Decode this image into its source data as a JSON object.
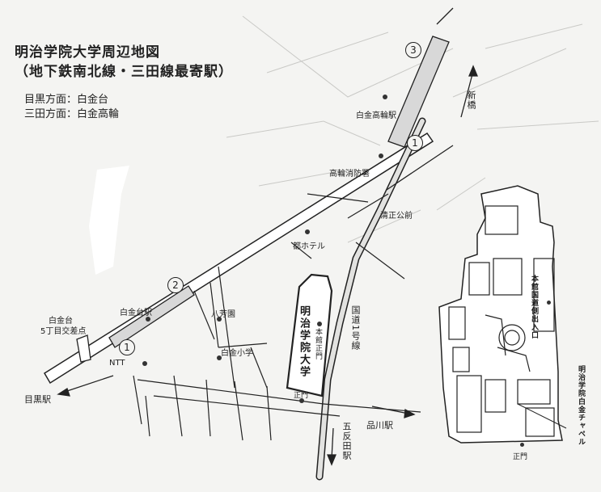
{
  "header": {
    "title": "明治学院大学周辺地図",
    "subtitle": "（地下鉄南北線・三田線最寄駅）",
    "meguro_direction": "目黒方面：白金台",
    "mita_direction": "三田方面：白金高輪"
  },
  "labels": {
    "shinbashi": "新橋",
    "shirokane_takanawa_station": "白金高輪駅",
    "takanawa_fire_station": "高輪消防署",
    "kiyomasa_koen_mae": "清正公前",
    "miyako_hotel": "都ホテル",
    "route1": "国道1号線",
    "campus": "明治学院大学",
    "main_gate_east": "本館正門",
    "main_gate": "正門",
    "happoen": "八芳園",
    "shirokane_elementary": "白金小学",
    "shirokanedai_station": "白金台駅",
    "shirokanedai_5": "白金台",
    "shirokanedai_5_line2": "5丁目交差点",
    "ntt": "NTT",
    "meguro_station": "目黒駅",
    "shinagawa_station": "品川駅",
    "gotanda_station": "五反田駅"
  },
  "exits": {
    "exit_3": "3",
    "exit_1_top": "1",
    "exit_2": "2",
    "exit_1_bottom": "1"
  },
  "inset": {
    "route1_entrance": "本館国道側出入口",
    "main_gate": "正門",
    "chapel": "明治学院白金チャペル"
  },
  "colors": {
    "ink": "#222222",
    "paper": "#f4f4f2",
    "subway_fill": "#d8d8d8"
  }
}
